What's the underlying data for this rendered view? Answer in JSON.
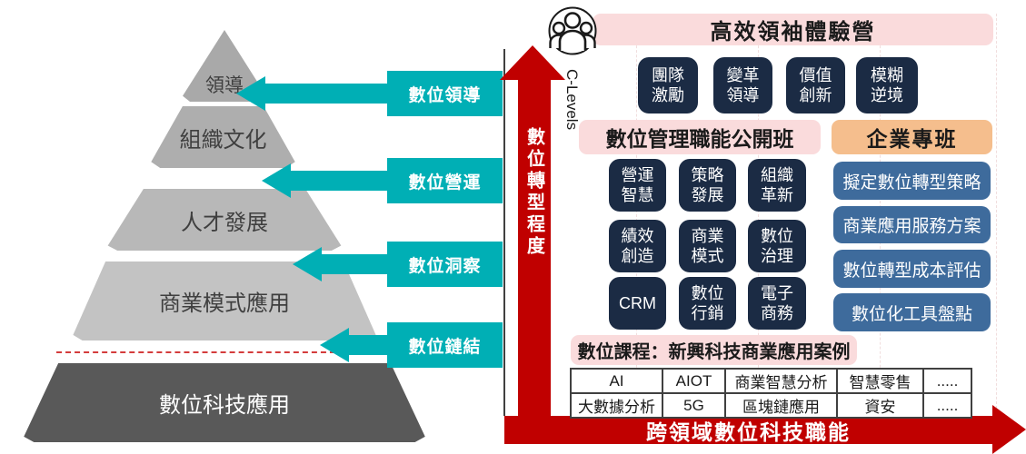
{
  "pyramid": {
    "layers": [
      {
        "label": "領導"
      },
      {
        "label": "組織文化"
      },
      {
        "label": "人才發展"
      },
      {
        "label": "商業模式應用"
      },
      {
        "label": "數位科技應用"
      }
    ]
  },
  "callouts": [
    {
      "label": "數位領導"
    },
    {
      "label": "數位營運"
    },
    {
      "label": "數位洞察"
    },
    {
      "label": "數位鏈結"
    }
  ],
  "axes": {
    "vertical_label": "數位轉型程度",
    "horizontal_label": "跨領域數位科技職能",
    "c_levels_label": "C-Levels"
  },
  "programs": {
    "leader_camp": {
      "title": "高效領袖體驗營",
      "courses": [
        "團隊激勵",
        "變革領導",
        "價值創新",
        "模糊逆境"
      ]
    },
    "open_class": {
      "title": "數位管理職能公開班",
      "courses": [
        "營運智慧",
        "策略發展",
        "組織革新",
        "績效創造",
        "商業模式",
        "數位治理",
        "CRM",
        "數位行銷",
        "電子商務"
      ]
    },
    "enterprise_class": {
      "title": "企業專班",
      "items": [
        "擬定數位轉型策略",
        "商業應用服務方案",
        "數位轉型成本評估",
        "數位化工具盤點"
      ]
    },
    "digital_courses": {
      "title": "數位課程：新興科技商業應用案例",
      "table_rows": [
        [
          "AI",
          "AIOT",
          "商業智慧分析",
          "智慧零售",
          "....."
        ],
        [
          "大數據分析",
          "5G",
          "區塊鏈應用",
          "資安",
          "....."
        ]
      ]
    }
  },
  "colors": {
    "teal": "#00afb5",
    "red": "#c00000",
    "navy": "#1b2b44",
    "steel_blue": "#3e6b9c",
    "pink": "#fadbdc",
    "orange": "#f5be8d",
    "pyramid_base": "#595959"
  }
}
